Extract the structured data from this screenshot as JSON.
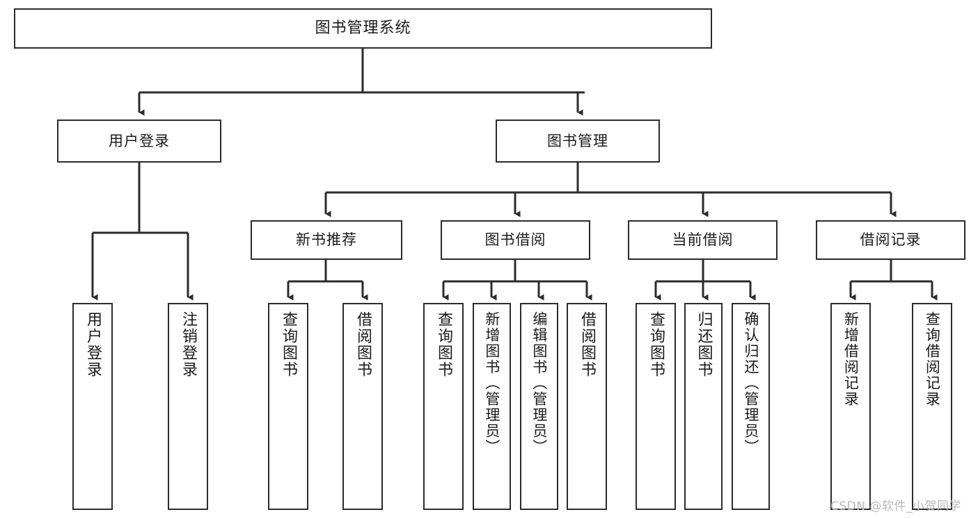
{
  "diagram": {
    "title": "图书管理系统",
    "type": "tree-hierarchy",
    "background_color": "#ffffff",
    "line_color": "#2b2b2b",
    "text_color": "#1a1a1a",
    "levels": 4
  },
  "nodes": {
    "root": {
      "label": "图书管理系统"
    },
    "level2": [
      {
        "label": "用户登录"
      },
      {
        "label": "图书管理"
      }
    ],
    "level3": [
      {
        "label": "新书推荐"
      },
      {
        "label": "图书借阅"
      },
      {
        "label": "当前借阅"
      },
      {
        "label": "借阅记录"
      }
    ],
    "leaves": {
      "user_login": [
        {
          "label": "用户登录"
        },
        {
          "label": "注销登录"
        }
      ],
      "new_book_recommend": [
        {
          "label": "查询图书"
        },
        {
          "label": "借阅图书"
        }
      ],
      "book_borrow": [
        {
          "label": "查询图书"
        },
        {
          "label": "新增图书（管理员）"
        },
        {
          "label": "编辑图书（管理员）"
        },
        {
          "label": "借阅图书"
        }
      ],
      "current_borrow": [
        {
          "label": "查询图书"
        },
        {
          "label": "归还图书"
        },
        {
          "label": "确认归还（管理员）"
        }
      ],
      "borrow_record": [
        {
          "label": "新增借阅记录"
        },
        {
          "label": "查询借阅记录"
        }
      ]
    }
  },
  "watermark": {
    "text": "CSDN @软件_小贺同学"
  }
}
